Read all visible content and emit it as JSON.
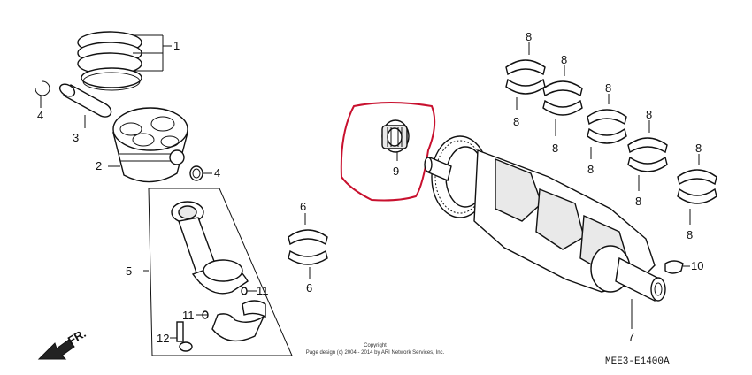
{
  "callouts": {
    "c1": "1",
    "c2": "2",
    "c3": "3",
    "c4a": "4",
    "c4b": "4",
    "c5": "5",
    "c6a": "6",
    "c6b": "6",
    "c7": "7",
    "c8a": "8",
    "c8b": "8",
    "c8c": "8",
    "c8d": "8",
    "c8e": "8",
    "c8f": "8",
    "c8g": "8",
    "c8h": "8",
    "c8i": "8",
    "c8j": "8",
    "c9": "9",
    "c10": "10",
    "c11a": "11",
    "c11b": "11",
    "c12": "12"
  },
  "direction_label": "FR.",
  "copyright_line1": "Copyright",
  "copyright_line2": "Page design (c) 2004 - 2014 by ARI Network Services, Inc.",
  "diagram_code": "MEE3-E1400A",
  "highlight_color": "#c8102e"
}
